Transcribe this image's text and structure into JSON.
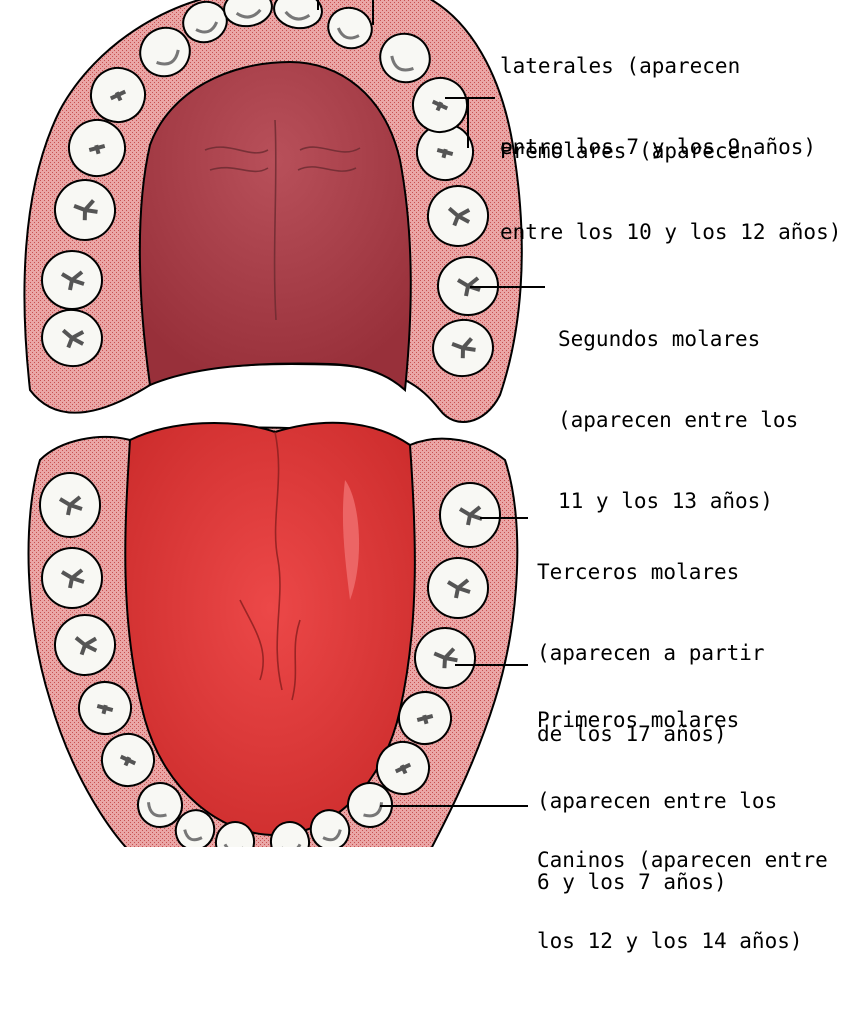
{
  "labels": {
    "lateral_incisors": [
      "laterales (aparecen",
      "entre los 7 y los 9 años)"
    ],
    "premolars": [
      "Premolares (aparecen",
      "entre los 10 y los 12 años)"
    ],
    "second_molars": [
      "Segundos molares",
      "(aparecen entre los",
      "11 y los 13 años)"
    ],
    "third_molars": [
      "Terceros molares",
      "(aparecen a partir",
      "de los 17 años)"
    ],
    "first_molars": [
      "Primeros molares",
      "(aparecen entre los",
      "6 y los 7 años)"
    ],
    "canines": [
      "Caninos (aparecen entre",
      "los 12 y los 14 años)"
    ]
  },
  "colors": {
    "gum": "#e8a8a8",
    "gum_dark": "#b04848",
    "palate": "#a83c44",
    "palate_light": "#c86868",
    "tongue": "#e83c3c",
    "tongue_dark": "#b82828",
    "tooth": "#f8f8f4",
    "tooth_shadow": "#6c6c6c",
    "outline": "#000000"
  }
}
